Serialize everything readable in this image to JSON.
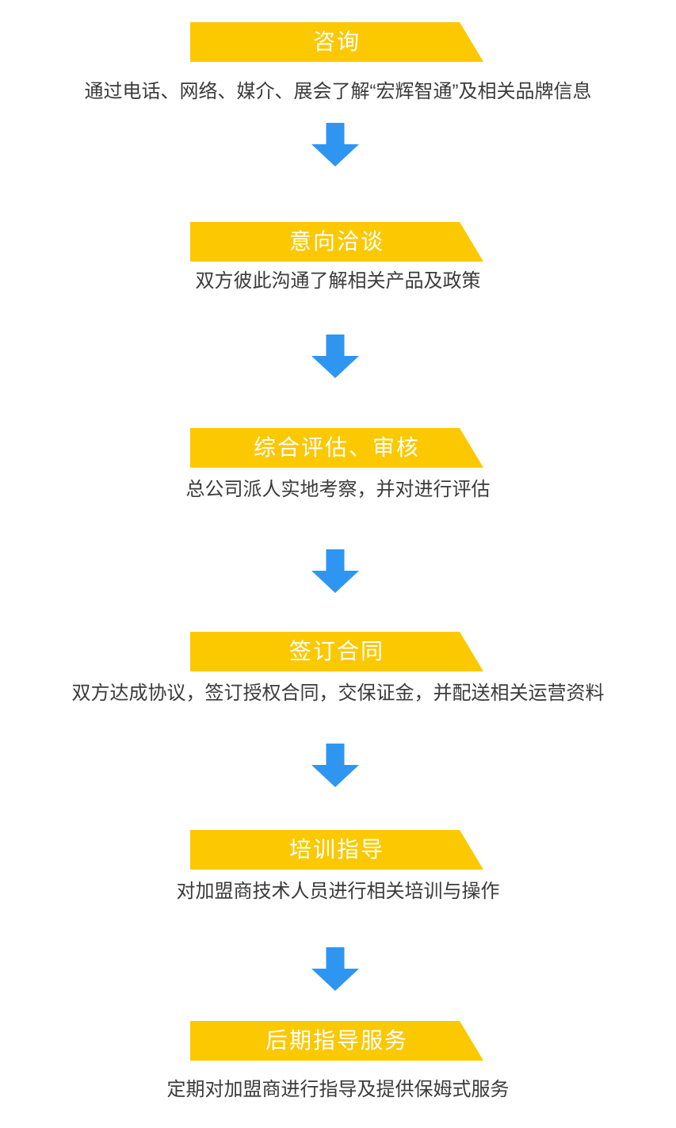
{
  "page": {
    "background": "#FFFFFF",
    "type": "franchise-process-flowchart"
  },
  "colors": {
    "banner": "#FCC800",
    "banner_text": "#FFFFFF",
    "arrow": "#2E96F0",
    "description_text": "#3B3B3B"
  },
  "flow": {
    "connector_icon": "down-arrow-icon",
    "steps": [
      {
        "title": "咨询",
        "description": "通过电话、网络、媒介、展会了解“宏辉智通”及相关品牌信息"
      },
      {
        "title": "意向洽谈",
        "description": "双方彼此沟通了解相关产品及政策"
      },
      {
        "title": "综合评估、审核",
        "description": "总公司派人实地考察，并对进行评估"
      },
      {
        "title": "签订合同",
        "description": "双方达成协议，签订授权合同，交保证金，并配送相关运营资料"
      },
      {
        "title": "培训指导",
        "description": "对加盟商技术人员进行相关培训与操作"
      },
      {
        "title": "后期指导服务",
        "description": "定期对加盟商进行指导及提供保姆式服务"
      }
    ]
  }
}
